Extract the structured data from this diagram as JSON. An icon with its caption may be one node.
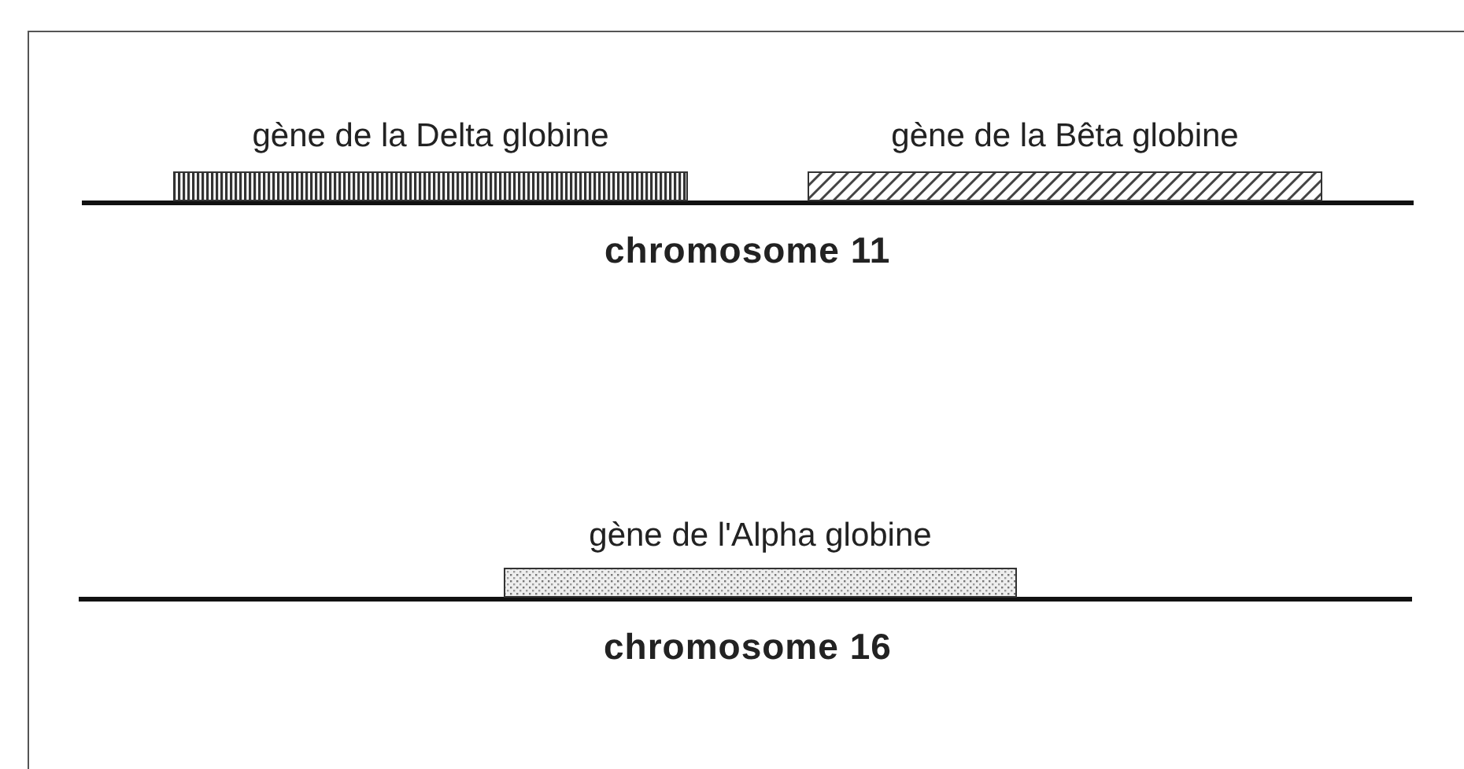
{
  "diagram": {
    "nodes": [
      {
        "text": [
          "gène de la Delta globine"
        ]
      },
      {
        "text": [
          "gène de la Bêta globine"
        ]
      },
      {
        "text": [
          "gène de l'Alpha globine"
        ]
      }
    ],
    "labels": [
      "chromosome 11",
      "chromosome 16"
    ]
  }
}
